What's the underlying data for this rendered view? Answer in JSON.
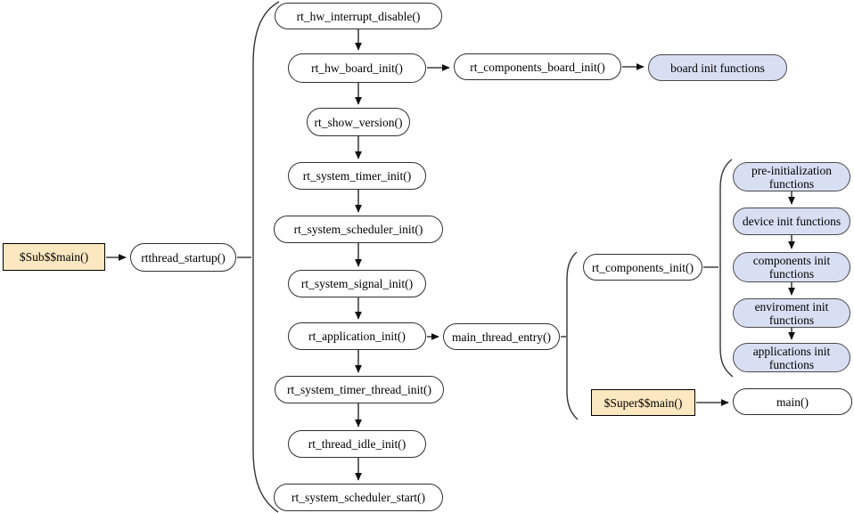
{
  "colors": {
    "node_fill": "#ffffff",
    "highlight_fill": "#fbe7c0",
    "group_fill": "#d9dff3",
    "border": "#2f2f2f",
    "line": "#3f3f3f"
  },
  "nodes": {
    "sub_main": {
      "label": "$Sub$$main()"
    },
    "rtthread_startup": {
      "label": "rtthread_startup()"
    },
    "startup_chain": [
      {
        "label": "rt_hw_interrupt_disable()"
      },
      {
        "label": "rt_hw_board_init()"
      },
      {
        "label": "rt_show_version()"
      },
      {
        "label": "rt_system_timer_init()"
      },
      {
        "label": "rt_system_scheduler_init()"
      },
      {
        "label": "rt_system_signal_init()"
      },
      {
        "label": "rt_application_init()"
      },
      {
        "label": "rt_system_timer_thread_init()"
      },
      {
        "label": "rt_thread_idle_init()"
      },
      {
        "label": "rt_system_scheduler_start()"
      }
    ],
    "components_board_init": {
      "label": "rt_components_board_init()"
    },
    "board_init_functions": {
      "label": "board init functions"
    },
    "main_thread_entry": {
      "label": "main_thread_entry()"
    },
    "components_init": {
      "label": "rt_components_init()"
    },
    "init_chain": [
      {
        "label": "pre-initialization functions"
      },
      {
        "label": "device init functions"
      },
      {
        "label": "components init functions"
      },
      {
        "label": "enviroment init functions"
      },
      {
        "label": "applications init functions"
      }
    ],
    "super_main": {
      "label": "$Super$$main()"
    },
    "main_fn": {
      "label": "main()"
    }
  }
}
